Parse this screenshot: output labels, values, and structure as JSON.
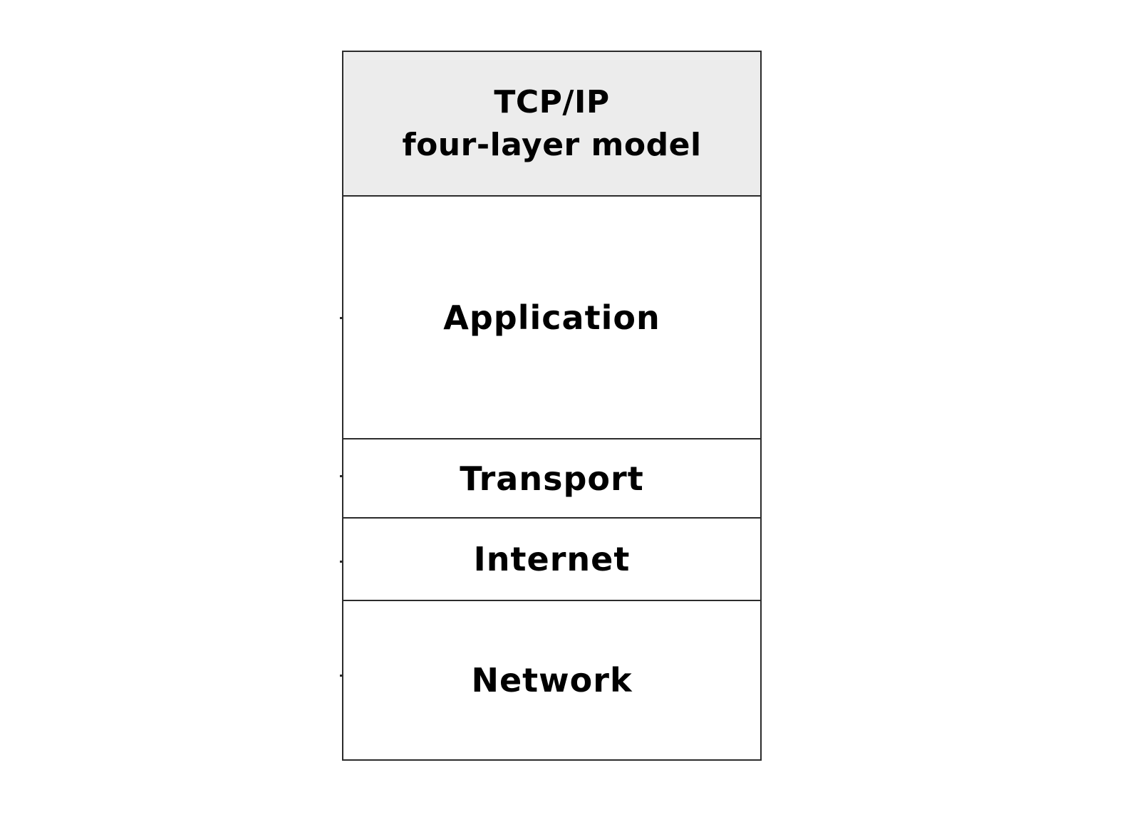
{
  "title": {
    "line1": "TCP/IP",
    "line2": "four-layer model"
  },
  "layers": [
    {
      "name": "Application"
    },
    {
      "name": "Transport"
    },
    {
      "name": "Internet"
    },
    {
      "name": "Network"
    }
  ],
  "colors": {
    "header_background": "#ececec",
    "border": "#2b2b2b",
    "text": "#000000",
    "background": "#ffffff"
  }
}
